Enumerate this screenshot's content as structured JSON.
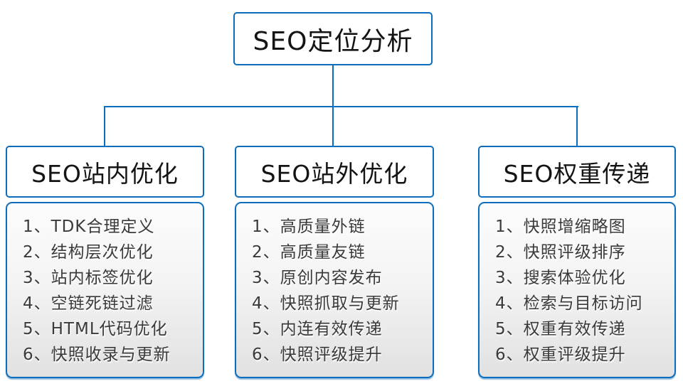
{
  "diagram": {
    "title": "SEO定位分析",
    "root": {
      "label": "SEO定位分析"
    },
    "columns": [
      {
        "title": "SEO站内优化",
        "items": [
          "1、TDK合理定义",
          "2、结构层次优化",
          "3、站内标签优化",
          "4、空链死链过滤",
          "5、HTML代码优化",
          "6、快照收录与更新"
        ]
      },
      {
        "title": "SEO站外优化",
        "items": [
          "1、高质量外链",
          "2、高质量友链",
          "3、原创内容发布",
          "4、快照抓取与更新",
          "5、内连有效传递",
          "6、快照评级提升"
        ]
      },
      {
        "title": "SEO权重传递",
        "items": [
          "1、快照增缩略图",
          "2、快照评级排序",
          "3、搜索体验优化",
          "4、检索与目标访问",
          "5、权重有效传递",
          "6、权重评级提升"
        ]
      }
    ],
    "colors": {
      "line": "#0b6dbd",
      "list_text": "#3a3a3a",
      "list_bg_top": "#fcfcfc",
      "list_bg_bottom": "#e1e1e1"
    }
  }
}
